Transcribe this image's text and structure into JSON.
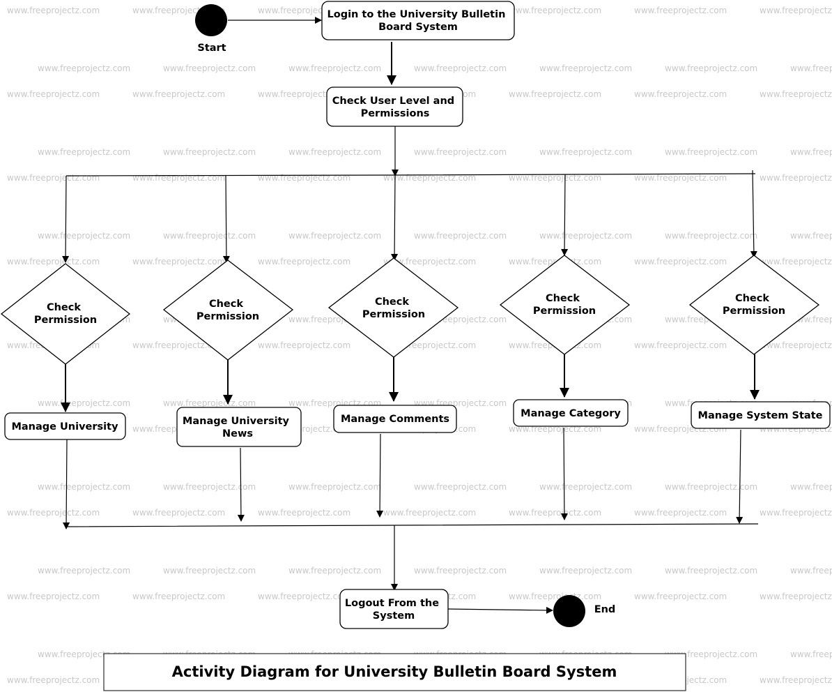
{
  "watermark": "www.freeprojectz.com",
  "title": "Activity Diagram for University Bulletin Board System",
  "start_label": "Start",
  "end_label": "End",
  "activities": {
    "login": [
      "Login to the University Bulletin",
      "Board System"
    ],
    "check_user_level": [
      "Check User Level and",
      "Permissions"
    ],
    "manage_university": [
      "Manage University"
    ],
    "manage_university_news": [
      "Manage University",
      "News"
    ],
    "manage_comments": [
      "Manage Comments"
    ],
    "manage_category": [
      "Manage Category"
    ],
    "manage_system_state": [
      "Manage System State"
    ],
    "logout": [
      "Logout From the",
      "System"
    ]
  },
  "decisions": [
    [
      "Check",
      "Permission"
    ],
    [
      "Check",
      "Permission"
    ],
    [
      "Check",
      "Permission"
    ],
    [
      "Check",
      "Permission"
    ],
    [
      "Check",
      "Permission"
    ]
  ],
  "colors": {
    "stroke": "#000000",
    "watermark": "#c8c8c8",
    "background": "#ffffff"
  }
}
